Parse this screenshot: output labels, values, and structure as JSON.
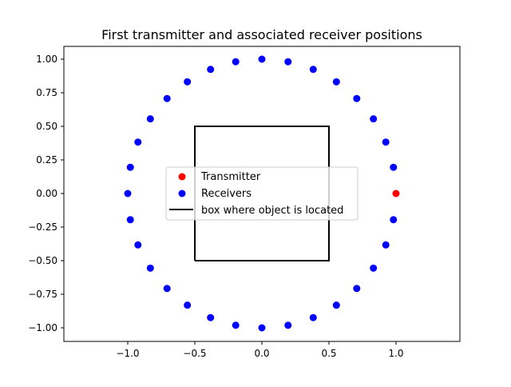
{
  "chart_data": {
    "type": "scatter",
    "title": "First transmitter and associated receiver positions",
    "xlabel": "",
    "ylabel": "",
    "xlim": [
      -1.475,
      1.475
    ],
    "ylim": [
      -1.1,
      1.1
    ],
    "xticks": [
      "−1.0",
      "−0.5",
      "0.0",
      "0.5",
      "1.0"
    ],
    "xtick_values": [
      -1.0,
      -0.5,
      0.0,
      0.5,
      1.0
    ],
    "yticks": [
      "1.00",
      "0.75",
      "0.50",
      "0.25",
      "0.00",
      "−0.25",
      "−0.50",
      "−0.75",
      "−1.00"
    ],
    "ytick_values": [
      1.0,
      0.75,
      0.5,
      0.25,
      0.0,
      -0.25,
      -0.5,
      -0.75,
      -1.0
    ],
    "grid": false,
    "legend_position": "center",
    "series": [
      {
        "name": "Transmitter",
        "type": "scatter",
        "color": "#ff0000",
        "points": [
          [
            1.0,
            0.0
          ]
        ]
      },
      {
        "name": "Receivers",
        "type": "scatter",
        "color": "#0000ff",
        "description": "31 points evenly spaced on the unit circle (11.25° step), excluding angle 0",
        "n_points": 31,
        "angle_step_deg": 11.25
      },
      {
        "name": "box where object is located",
        "type": "line",
        "color": "#000000",
        "points": [
          [
            -0.5,
            -0.5
          ],
          [
            0.5,
            -0.5
          ],
          [
            0.5,
            0.5
          ],
          [
            -0.5,
            0.5
          ],
          [
            -0.5,
            -0.5
          ]
        ]
      }
    ]
  },
  "legend": {
    "items": [
      {
        "label": "Transmitter",
        "color": "#ff0000",
        "marker": "dot"
      },
      {
        "label": "Receivers",
        "color": "#0000ff",
        "marker": "dot"
      },
      {
        "label": "box where object is located",
        "color": "#000000",
        "marker": "line"
      }
    ]
  }
}
